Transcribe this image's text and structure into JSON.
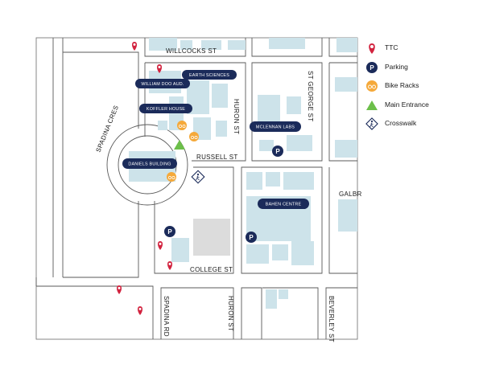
{
  "streets": {
    "willcocks": "WILLCOCKS ST",
    "spadina_cres": "SPADINA CRES",
    "huron_north": "HURON ST",
    "st_george": "ST GEORGE ST",
    "russell": "RUSSELL ST",
    "galbraith": "GALBR",
    "college": "COLLEGE ST",
    "spadina_rd": "SPADINA RD",
    "huron_south": "HURON ST",
    "beverley": "BEVERLEY ST"
  },
  "buildings": {
    "william_doo": "WILLIAM DOO AUD.",
    "earth_sciences": "EARTH SCIENCES",
    "koffler": "KOFFLER HOUSE",
    "mclennan": "MCLENNAN LABS",
    "daniels": "DANIELS BUILDING",
    "bahen": "BAHEN CENTRE"
  },
  "legend": {
    "ttc": "TTC",
    "parking": "Parking",
    "bike": "Bike Racks",
    "entrance": "Main Entrance",
    "crosswalk": "Crosswalk"
  },
  "icons": {
    "ttc": "map-pin-icon",
    "parking": "parking-icon",
    "bike": "bike-rack-icon",
    "entrance": "main-entrance-icon",
    "crosswalk": "crosswalk-icon"
  },
  "parking_glyph": "P",
  "colors": {
    "ttc": "#d2233f",
    "parking": "#1b2b5a",
    "bike": "#f5a93a",
    "entrance": "#6cbf4a",
    "building": "#cde3ea",
    "pill": "#1b2b5a",
    "road": "#5a5a5a"
  }
}
